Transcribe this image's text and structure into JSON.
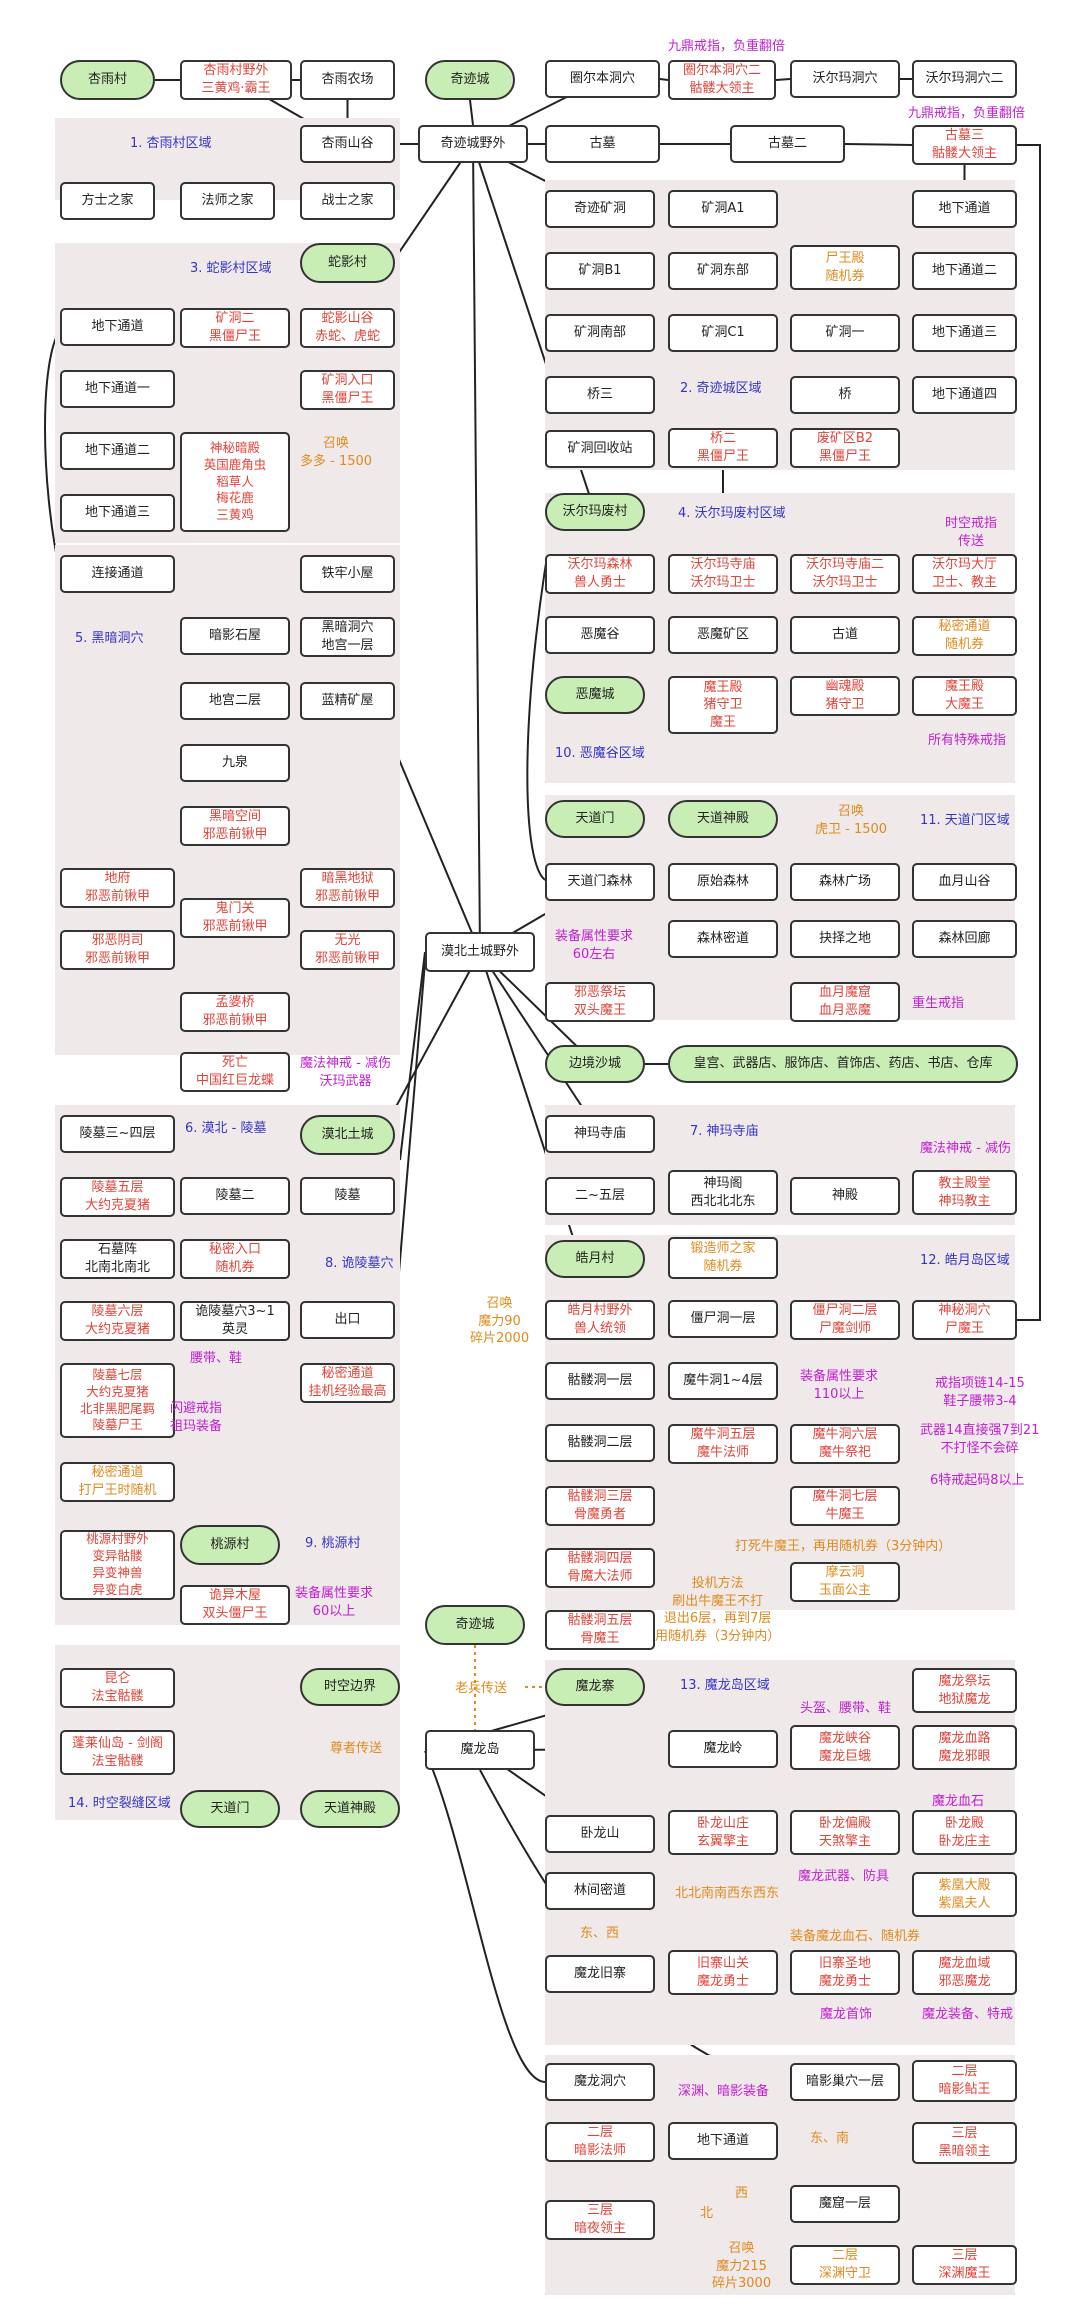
{
  "regions": [
    {
      "id": "r1",
      "title": "1. 杏雨村区域"
    },
    {
      "id": "r2",
      "title": "2. 奇迹城区域"
    },
    {
      "id": "r3",
      "title": "3. 蛇影村区域"
    },
    {
      "id": "r4",
      "title": "4. 沃尔玛废村区域"
    },
    {
      "id": "r5",
      "title": "5. 黑暗洞穴"
    },
    {
      "id": "r6",
      "title": "6. 漠北 - 陵墓"
    },
    {
      "id": "r8",
      "title": "8. 诡陵墓穴"
    },
    {
      "id": "r9",
      "title": "9. 桃源村"
    },
    {
      "id": "r10",
      "title": "10. 恶魔谷区域"
    },
    {
      "id": "r11",
      "title": "11. 天道门区域"
    },
    {
      "id": "r7",
      "title": "7. 神玛寺庙"
    },
    {
      "id": "r12",
      "title": "12. 皓月岛区域"
    },
    {
      "id": "r13",
      "title": "13. 魔龙岛区域"
    },
    {
      "id": "r14",
      "title": "14. 时空裂缝区域"
    }
  ],
  "nodes": {
    "xingyu": "杏雨村",
    "xingyu_wild": "杏雨村野外\n三黄鸡·霸王",
    "xingyu_farm": "杏雨农场",
    "xingyu_valley": "杏雨山谷",
    "fangshi": "方士之家",
    "fashi": "法师之家",
    "zhanshi": "战士之家",
    "qijicheng": "奇迹城",
    "qijicheng_wild": "奇迹城野外",
    "tunnel_a": "地下通道",
    "tunnel1": "地下通道一",
    "tunnel2": "地下通道二",
    "tunnel3": "地下通道三",
    "connect": "连接通道",
    "mine2_boss": "矿洞二\n黑僵尸王",
    "sheying": "蛇影村",
    "sheying_valley": "蛇影山谷\n赤蛇、虎蛇",
    "mine_entry": "矿洞入口\n黑僵尸王",
    "shenmi": "神秘暗殿\n英国鹿角虫\n稻草人\n梅花鹿\n三黄鸡",
    "summon1": "召唤\n多多 - 1500",
    "tiedao": "铁牢小屋",
    "ancave": "黑暗洞穴\n地宫一层",
    "anying": "暗影石屋",
    "digong2": "地宫二层",
    "lanjing": "蓝精矿屋",
    "jiuquan": "九泉",
    "heian": "黑暗空间\n邪恶前锹甲",
    "difu": "地府\n邪恶前锹甲",
    "anhei_hell": "暗黑地狱\n邪恶前锹甲",
    "guimen": "鬼门关\n邪恶前锹甲",
    "xieeyin": "邪恶阴司\n邪恶前锹甲",
    "wuguang": "无光\n邪恶前锹甲",
    "mengpo": "孟婆桥\n邪恶前锹甲",
    "siwang": "死亡\n中国红巨龙蝶",
    "magic_note1": "魔法神戒 - 减伤\n沃玛武器",
    "lingmu34": "陵墓三~四层",
    "mobei_town": "漠北土城",
    "lingmu2": "陵墓二",
    "lingmu": "陵墓",
    "lingmu5": "陵墓五层\n大约克夏猪",
    "shimu": "石墓阵\n北南北南北",
    "lingmu6": "陵墓六层\n大约克夏猪",
    "lingmu7": "陵墓七层\n大约克夏猪\n北非黑肥尾羁\n陵墓尸王",
    "secret_tunnel": "秘密通道\n打尸王时随机",
    "secret_entry": "秘密入口\n随机券",
    "guiling": "诡陵墓穴3~1\n英灵",
    "chukou": "出口",
    "secret_way": "秘密通道\n挂机经验最高",
    "belt_note": "腰带、鞋",
    "flash_note": "闪避戒指\n祖玛装备",
    "taoyuan_wild": "桃源村野外\n变异骷髅\n异变神兽\n异变白虎",
    "taoyuan": "桃源村",
    "guiyi": "诡异木屋\n双头僵尸王",
    "equip60_note": "装备属性要求\n60以上",
    "mobei_wild": "漠北土城野外",
    "bier": "圈尔本洞穴",
    "bier2": "圈尔本洞穴二\n骷髅大领主",
    "woer_cave": "沃尔玛洞穴",
    "woer_cave2": "沃尔玛洞穴二",
    "gumu": "古墓",
    "gumu2": "古墓二",
    "gumu3": "古墓三\n骷髅大领主",
    "nine_note1": "九鼎戒指，负重翻倍",
    "nine_note2": "九鼎戒指，负重翻倍",
    "qiji_mine": "奇迹矿洞",
    "mine_a1": "矿洞A1",
    "mine_b1": "矿洞B1",
    "mine_east": "矿洞东部",
    "corpse_king": "尸王殿\n随机券",
    "mine_south": "矿洞南部",
    "mine_c1": "矿洞C1",
    "mine_one": "矿洞一",
    "bridge3": "桥三",
    "bridge": "桥",
    "recycle": "矿洞回收站",
    "bridge2": "桥二\n黑僵尸王",
    "waste_b2": "废矿区B2\n黑僵尸王",
    "dxt": "地下通道",
    "dxt2": "地下通道二",
    "dxt3": "地下通道三",
    "dxt4": "地下通道四",
    "woer_town": "沃尔玛废村",
    "woer_forest": "沃尔玛森林\n兽人勇士",
    "woer_temple": "沃尔玛寺庙\n沃尔玛卫士",
    "woer_temple2": "沃尔玛寺庙二\n沃尔玛卫士",
    "woer_hall": "沃尔玛大厅\n卫士、教主",
    "time_ring": "时空戒指\n传送",
    "emo_valley": "恶魔谷",
    "emo_mine": "恶魔矿区",
    "gudao": "古道",
    "secret_way2": "秘密通道\n随机券",
    "emo_town": "恶魔城",
    "mowang_palace": "魔王殿\n猪守卫\n魔王",
    "youling": "幽魂殿\n猪守卫",
    "mowang_palace2": "魔王殿\n大魔王",
    "all_ring": "所有特殊戒指",
    "tiandao": "天道门",
    "tiandao_hall": "天道神殿",
    "summon2": "召唤\n虎卫 - 1500",
    "tiandao_forest": "天道门森林",
    "yuanshi": "原始森林",
    "forest_square": "森林广场",
    "xueyue_valley": "血月山谷",
    "forest_path": "森林密道",
    "jueze": "抉择之地",
    "forest_corridor": "森林回廊",
    "equip60b": "装备属性要求\n60左右",
    "xiee_altar": "邪恶祭坛\n双头魔王",
    "xueyue_cave": "血月魔窟\n血月恶魔",
    "rebirth": "重生戒指",
    "bianjing": "边境沙城",
    "shops": "皇宫、武器店、服饰店、首饰店、药店、书店、仓库",
    "shenma_temple": "神玛寺庙",
    "level25": "二~五层",
    "shenma_pav": "神玛阁\n西北北北东",
    "shendian": "神殿",
    "magic_note2": "魔法神戒 - 减伤",
    "jiaozhu": "教主殿堂\n神玛教主",
    "haoyue": "皓月村",
    "forge": "锻造师之家\n随机券",
    "haoyue_wild": "皓月村野外\n兽人统领",
    "summon3": "召唤\n魔力90\n碎片2000",
    "zombie1": "僵尸洞一层",
    "zombie2": "僵尸洞二层\n尸魔剑师",
    "mystery_cave": "神秘洞穴\n尸魔王",
    "skull1": "骷髅洞一层",
    "moniu": "魔牛洞1~4层",
    "equip110": "装备属性要求\n110以上",
    "ring_note": "戒指项链14-15\n鞋子腰带3-4",
    "weapon_note": "武器14直接强7到21\n不打怪不会碎",
    "six_note": "6特戒起码8以上",
    "skull2": "骷髅洞二层",
    "moniu5": "魔牛洞五层\n魔牛法师",
    "moniu6": "魔牛洞六层\n魔牛祭祀",
    "skull3": "骷髅洞三层\n骨魔勇者",
    "moniu7": "魔牛洞七层\n牛魔王",
    "kill_note": "打死牛魔王，再用随机券（3分钟内）",
    "skull4": "骷髅洞四层\n骨魔大法师",
    "method_note": "投机方法\n刷出牛魔王不打\n退出6层，再到7层\n用随机券（3分钟内）",
    "moyun": "摩云洞\n玉面公主",
    "skull5": "骷髅洞五层\n骨魔王",
    "qijicheng2": "奇迹城",
    "veteran": "老兵传送",
    "molong_camp": "魔龙寨",
    "molong_island": "魔龙岛",
    "molong_ridge": "魔龙岭",
    "molong_gorge": "魔龙峡谷\n魔龙巨蛾",
    "molong_altar": "魔龙祭坛\n地狱魔龙",
    "molong_blood": "魔龙血路\n魔龙邪眼",
    "head_note": "头盔、腰带、鞋",
    "wolong_mt": "卧龙山",
    "wolong_manor": "卧龙山庄\n玄翼擎主",
    "wolong_pavilion": "卧龙偏殿\n天煞擎主",
    "wolong_hall": "卧龙殿\n卧龙庄主",
    "blood_stone": "魔龙血石",
    "molong_weapon": "魔龙武器、防具",
    "zilan": "紫凰大殿\n紫凰夫人",
    "forest_secret": "林间密道",
    "direction1": "北北南南西东西东",
    "east_west": "东、西",
    "equip_blood": "装备魔龙血石、随机券",
    "old_camp": "魔龙旧寨",
    "old_gate": "旧寨山关\n魔龙勇士",
    "old_holy": "旧寨圣地\n魔龙勇士",
    "blood_domain": "魔龙血域\n邪恶魔龙",
    "molong_neck": "魔龙首饰",
    "molong_special": "魔龙装备、特戒",
    "molong_cave": "魔龙洞穴",
    "deep_gear": "深渊、暗影装备",
    "shadow_nest1": "暗影巢穴一层",
    "shadow2": "二层\n暗影鲇王",
    "dark2": "二层\n暗影法师",
    "underground": "地下通道",
    "east_south": "东、南",
    "shadow3": "三层\n黑暗领主",
    "dark3": "三层\n暗夜领主",
    "north": "北",
    "west": "西",
    "cave1": "魔窟一层",
    "summon4": "召唤\n魔力215\n碎片3000",
    "deep2": "二层\n深渊守卫",
    "deep3": "三层\n深渊魔王",
    "kunlun": "昆仑\n法宝骷髅",
    "penglai": "蓬莱仙岛 - 剑阁\n法宝骷髅",
    "time_border": "时空边界",
    "elder": "尊者传送",
    "tiandao2": "天道门",
    "tiandao_hall2": "天道神殿"
  }
}
